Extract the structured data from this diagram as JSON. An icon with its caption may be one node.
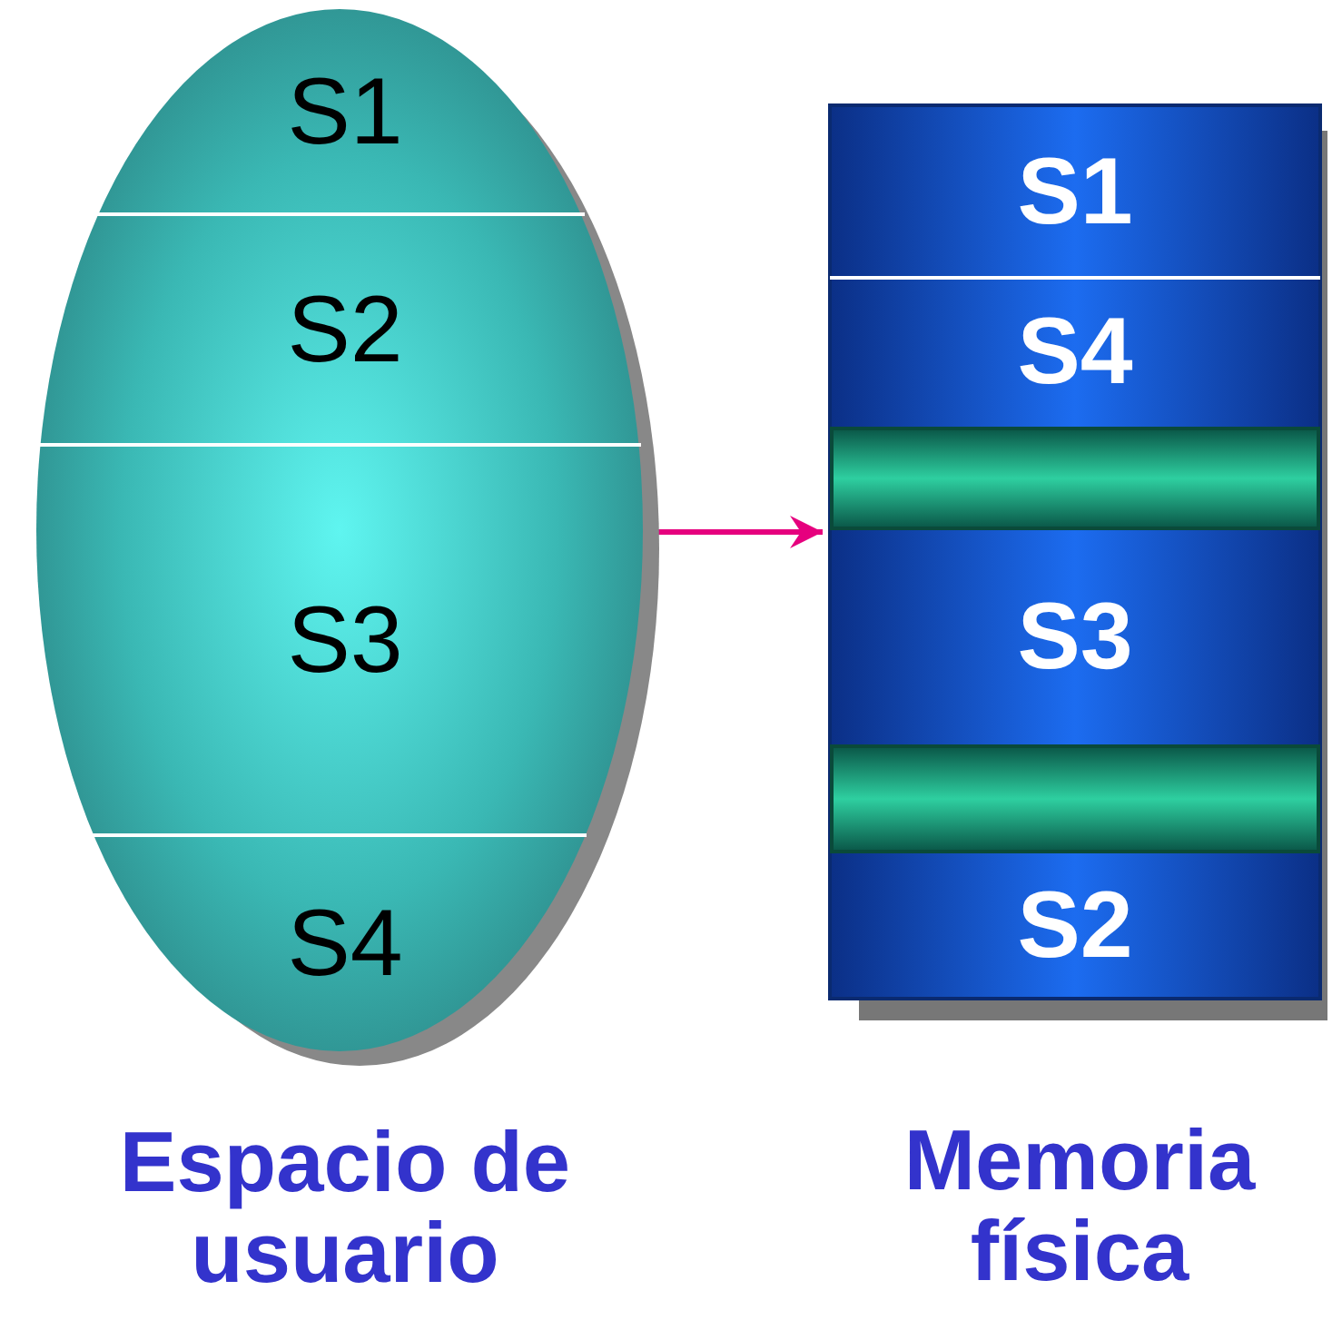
{
  "diagram": {
    "nodes": [
      {
        "text": [
          "Espacio de usuario"
        ]
      },
      {
        "text": [
          "S1"
        ],
        "in": 0
      },
      {
        "text": [
          "S2"
        ],
        "in": 0
      },
      {
        "text": [
          "S3"
        ],
        "in": 0
      },
      {
        "text": [
          "S4"
        ],
        "in": 0
      },
      {
        "text": [
          "Memoria física"
        ]
      },
      {
        "text": [
          "S1"
        ],
        "in": 5
      },
      {
        "text": [
          "S4"
        ],
        "in": 5
      },
      {
        "text": [],
        "shape": "bar",
        "in": 5
      },
      {
        "text": [
          "S3"
        ],
        "in": 5
      },
      {
        "text": [],
        "shape": "bar",
        "in": 5
      },
      {
        "text": [
          "S2"
        ],
        "in": 5
      }
    ],
    "edges": [
      {
        "from": 0,
        "to": 5,
        "arrow": "to",
        "color": "#e6007e"
      }
    ]
  }
}
